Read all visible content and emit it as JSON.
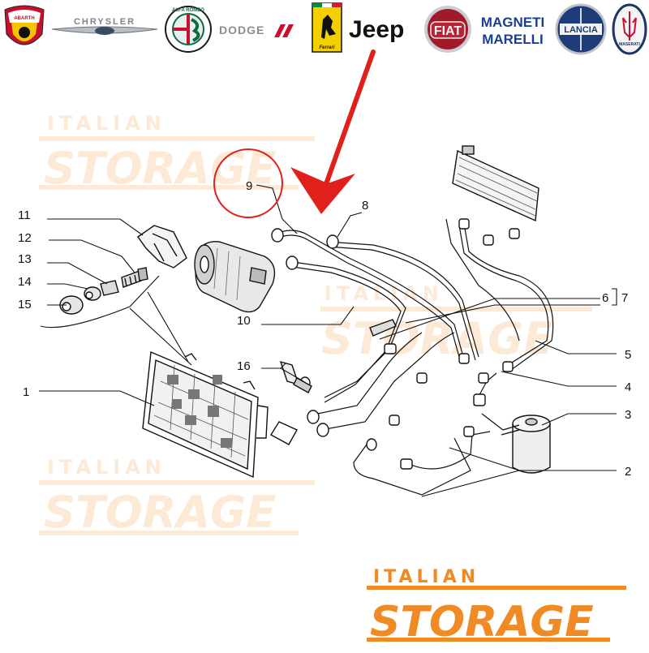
{
  "brands": [
    {
      "name": "ABARTH",
      "color": "#c8102e"
    },
    {
      "name": "CHRYSLER",
      "color": "#7a8590"
    },
    {
      "name": "ALFA ROMEO",
      "color": "#0b6b3a"
    },
    {
      "name": "DODGE",
      "color": "#8a8f96"
    },
    {
      "name": "Ferrari",
      "color": "#f5d000"
    },
    {
      "name": "Jeep",
      "color": "#111111"
    },
    {
      "name": "FIAT",
      "color": "#a01a2a"
    },
    {
      "name": "MAGNETI MARELLI",
      "color": "#1b3f8f"
    },
    {
      "name": "LANCIA",
      "color": "#1e3b7a"
    },
    {
      "name": "MASERATI",
      "color": "#1e3466"
    }
  ],
  "watermark": {
    "line1": "ITALIAN",
    "line2": "STORAGE",
    "color": "#f08a24"
  },
  "callouts": [
    "1",
    "2",
    "3",
    "4",
    "5",
    "6",
    "7",
    "8",
    "9",
    "10",
    "11",
    "12",
    "13",
    "14",
    "15",
    "16"
  ],
  "highlight": {
    "callout": "9",
    "color": "#e0201b"
  }
}
